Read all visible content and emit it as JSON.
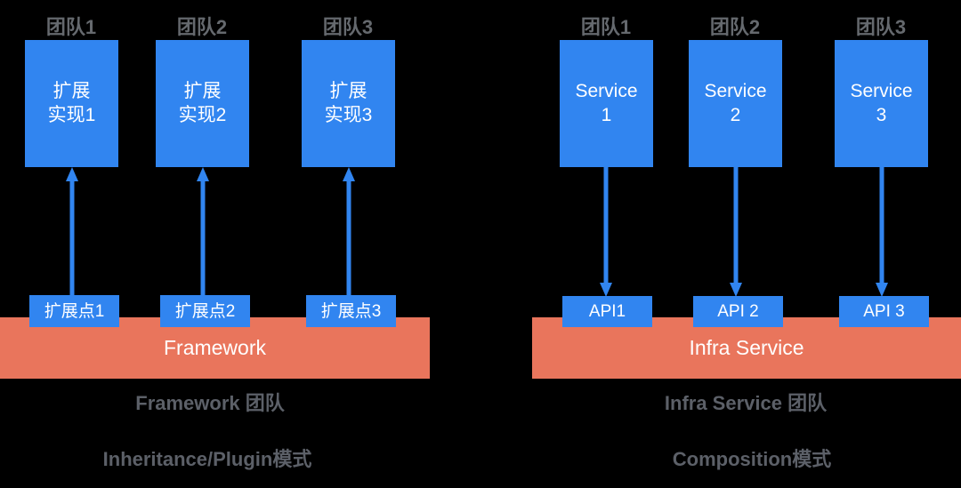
{
  "diagram": {
    "title_left": "Inheritance/Plugin模式",
    "title_right": "Composition模式",
    "colors": {
      "background": "#000000",
      "box_blue": "#3185f0",
      "platform_coral": "#e9755c",
      "label_gray": "#5c6068",
      "arrow_blue": "#3185f0",
      "box_text": "#ffffff"
    }
  },
  "left_panel": {
    "pattern_caption": "Inheritance/Plugin模式",
    "owner_caption": "Framework 团队",
    "platform": {
      "label": "Framework"
    },
    "columns": [
      {
        "team_label": "团队1",
        "box_line1": "扩展",
        "box_line2": "实现1",
        "hook_label": "扩展点1",
        "arrow_direction": "up"
      },
      {
        "team_label": "团队2",
        "box_line1": "扩展",
        "box_line2": "实现2",
        "hook_label": "扩展点2",
        "arrow_direction": "up"
      },
      {
        "team_label": "团队3",
        "box_line1": "扩展",
        "box_line2": "实现3",
        "hook_label": "扩展点3",
        "arrow_direction": "up"
      }
    ]
  },
  "right_panel": {
    "pattern_caption": "Composition模式",
    "owner_caption": "Infra Service 团队",
    "platform": {
      "label": "Infra Service"
    },
    "columns": [
      {
        "team_label": "团队1",
        "box_line1": "Service",
        "box_line2": "1",
        "hook_label": "API1",
        "arrow_direction": "down"
      },
      {
        "team_label": "团队2",
        "box_line1": "Service",
        "box_line2": "2",
        "hook_label": "API 2",
        "arrow_direction": "down"
      },
      {
        "team_label": "团队3",
        "box_line1": "Service",
        "box_line2": "3",
        "hook_label": "API 3",
        "arrow_direction": "down"
      }
    ]
  }
}
